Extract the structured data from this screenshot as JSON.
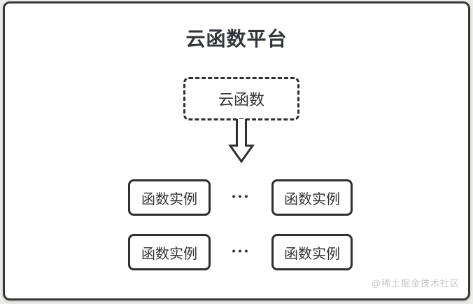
{
  "title": "云函数平台",
  "platform": {
    "source": {
      "label": "云函数"
    },
    "rows": [
      {
        "left": "函数实例",
        "dots": "•••",
        "right": "函数实例"
      },
      {
        "left": "函数实例",
        "dots": "•••",
        "right": "函数实例"
      }
    ]
  },
  "watermark": "@稀土掘金技术社区",
  "icons": {
    "arrow": "down-arrow-icon"
  },
  "colors": {
    "line": "#2f2f2f",
    "text": "#333333",
    "panel_border": "#383838",
    "panel_bg": "#ffffff",
    "canvas_bg": "#ecedeb",
    "watermark": "#c5c5c5"
  }
}
